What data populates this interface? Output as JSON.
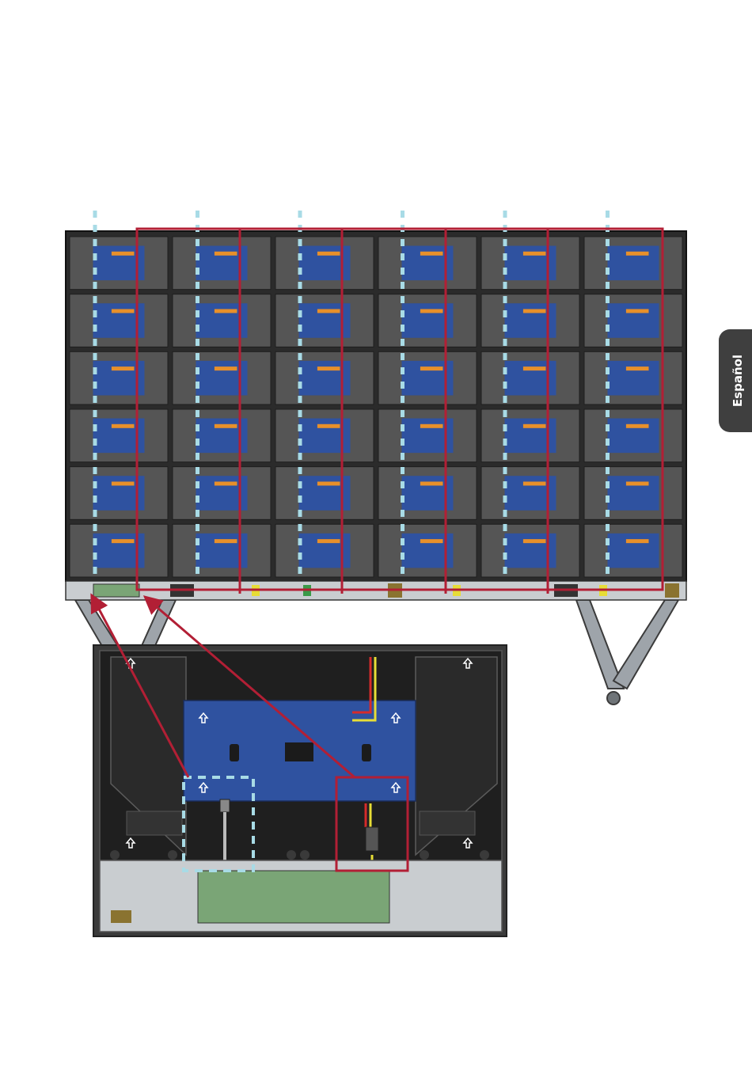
{
  "language_tab": {
    "label": "Español"
  },
  "colors": {
    "panel_frame": "#2b2b2b",
    "cabinet": "#555555",
    "module": "#2f52a0",
    "power_highlight": "#b21f35",
    "data_path": "#a8dbe6",
    "connector_board": "#7aa576",
    "orange_tag": "#e8902a"
  },
  "diagram": {
    "wall_columns": 6,
    "wall_rows": 6,
    "stand": "rolling-stand",
    "inset": "cabinet-rear-detail"
  }
}
